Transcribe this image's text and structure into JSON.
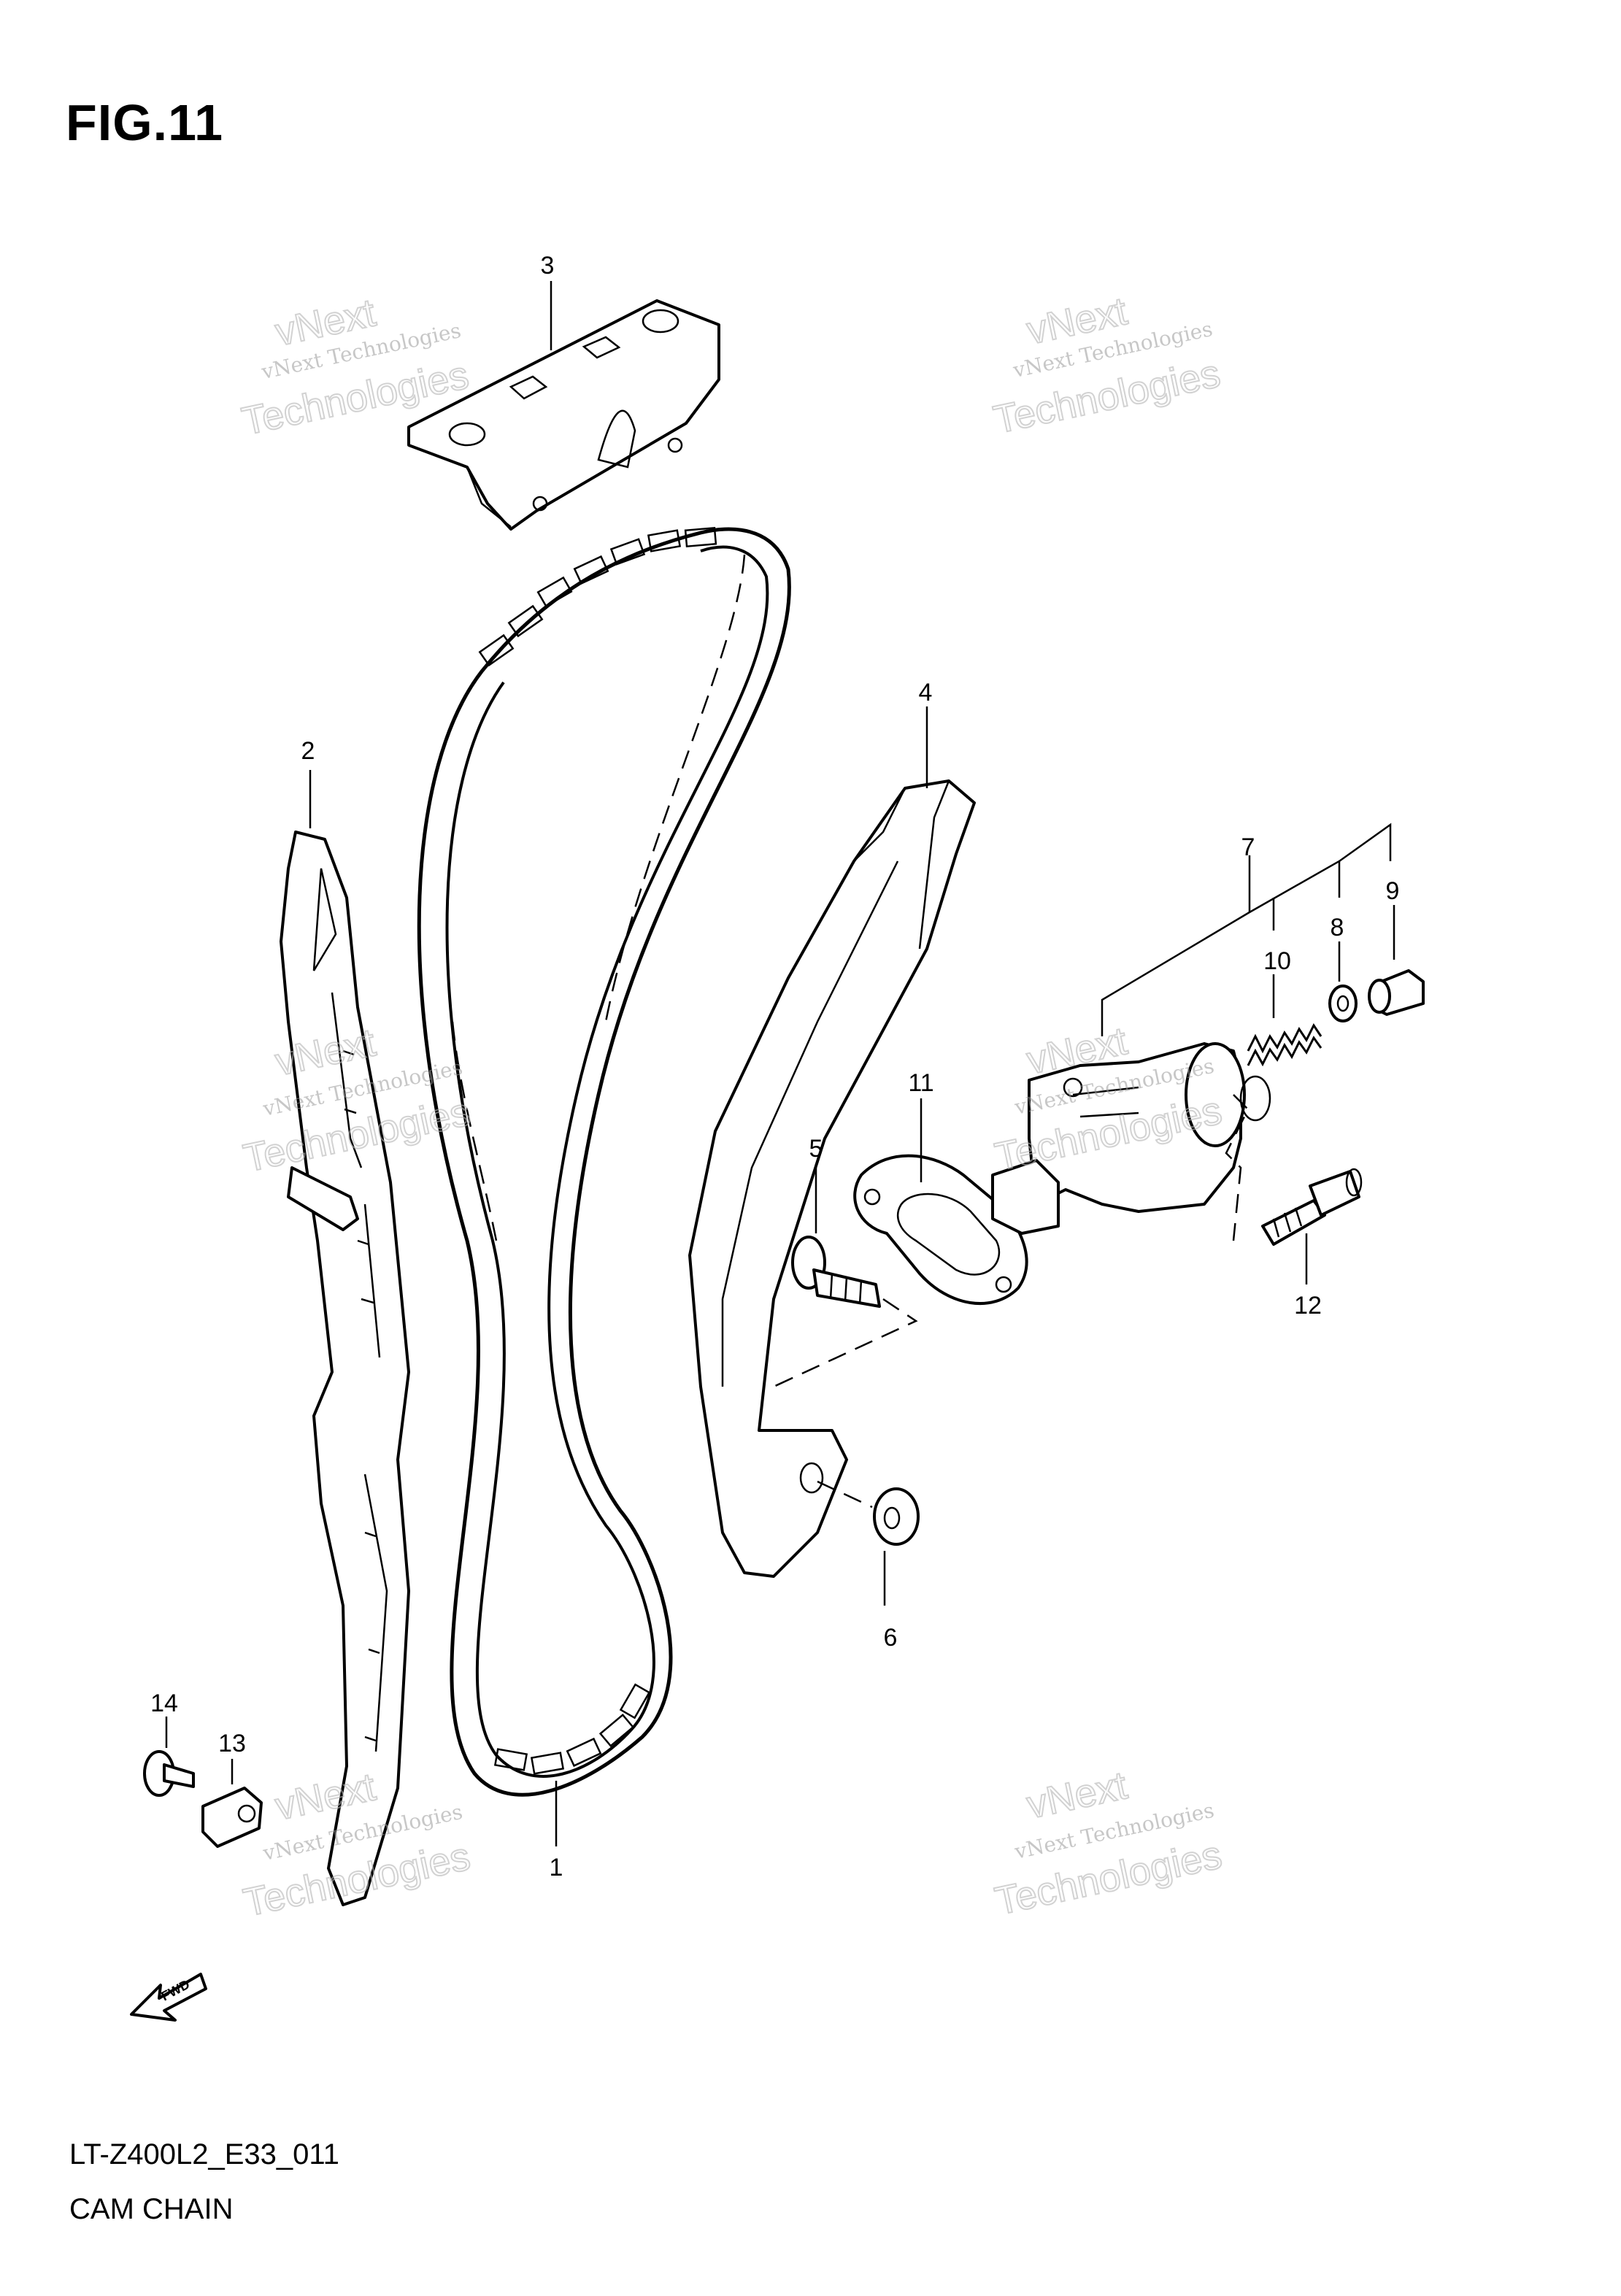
{
  "figure": {
    "title": "FIG.11",
    "model_code": "LT-Z400L2_E33_011",
    "section_name": "CAM CHAIN"
  },
  "direction_marker": {
    "label": "FWD"
  },
  "watermark": {
    "line1": "vNext",
    "line2": "vNext Technologies",
    "line3": "Technologies"
  },
  "callouts": [
    {
      "id": "1",
      "label": "1"
    },
    {
      "id": "2",
      "label": "2"
    },
    {
      "id": "3",
      "label": "3"
    },
    {
      "id": "4",
      "label": "4"
    },
    {
      "id": "5",
      "label": "5"
    },
    {
      "id": "6",
      "label": "6"
    },
    {
      "id": "7",
      "label": "7"
    },
    {
      "id": "8",
      "label": "8"
    },
    {
      "id": "9",
      "label": "9"
    },
    {
      "id": "10",
      "label": "10"
    },
    {
      "id": "11",
      "label": "11"
    },
    {
      "id": "12",
      "label": "12"
    },
    {
      "id": "13",
      "label": "13"
    },
    {
      "id": "14",
      "label": "14"
    }
  ]
}
